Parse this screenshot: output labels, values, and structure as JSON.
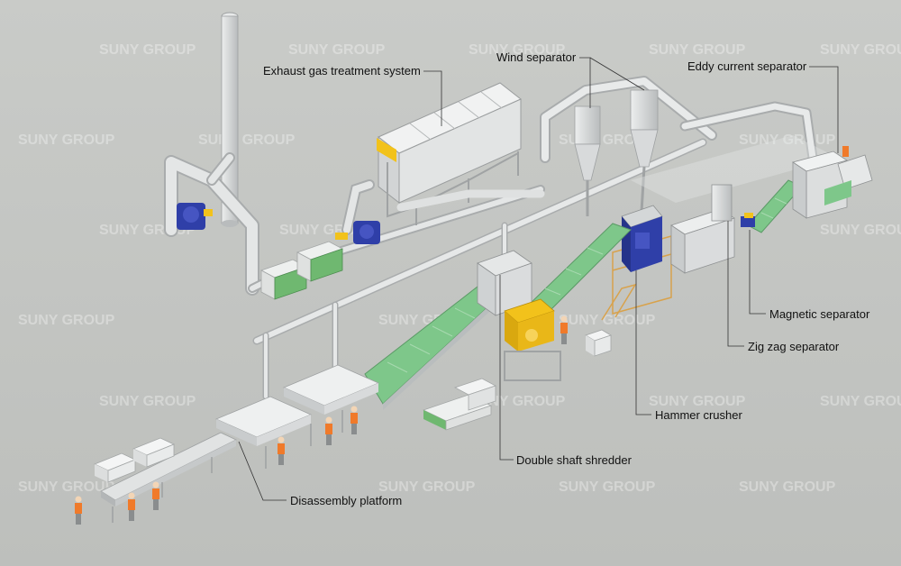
{
  "labels": {
    "exhaust": "Exhaust gas treatment system",
    "wind": "Wind separator",
    "eddy": "Eddy current separator",
    "magnetic": "Magnetic separator",
    "zigzag": "Zig zag separator",
    "hammer": "Hammer crusher",
    "shredder": "Double shaft shredder",
    "disassembly": "Disassembly platform"
  },
  "watermark": "SUNY GROUP",
  "colors": {
    "background": "#c4c6c3",
    "pipe": "#dcdedf",
    "conveyor": "#7ec78a",
    "machine_blue": "#2f3fa8",
    "machine_yellow": "#f2c21b",
    "worker": "#f07a2a",
    "leader_line": "#333333"
  }
}
